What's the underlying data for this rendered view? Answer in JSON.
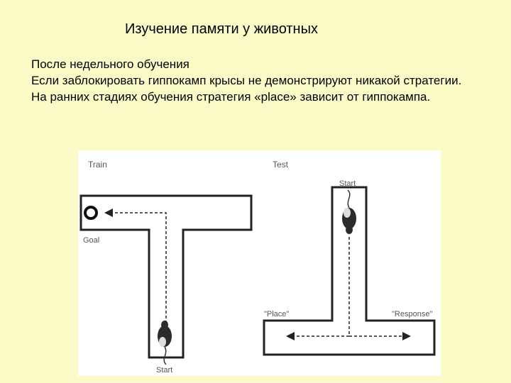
{
  "slide": {
    "title": "Изучение памяти у животных",
    "bullets": [
      "После недельного обучения",
      "Если заблокировать гиппокамп крысы не демонстрируют никакой стратегии.",
      "На ранних стадиях обучения стратегия «place» зависит от гиппокампа."
    ]
  },
  "figure": {
    "train_label": "Train",
    "test_label": "Test",
    "goal_label": "Goal",
    "start_label_train": "Start",
    "start_label_test": "Start",
    "place_label": "\"Place\"",
    "response_label": "\"Response\""
  }
}
